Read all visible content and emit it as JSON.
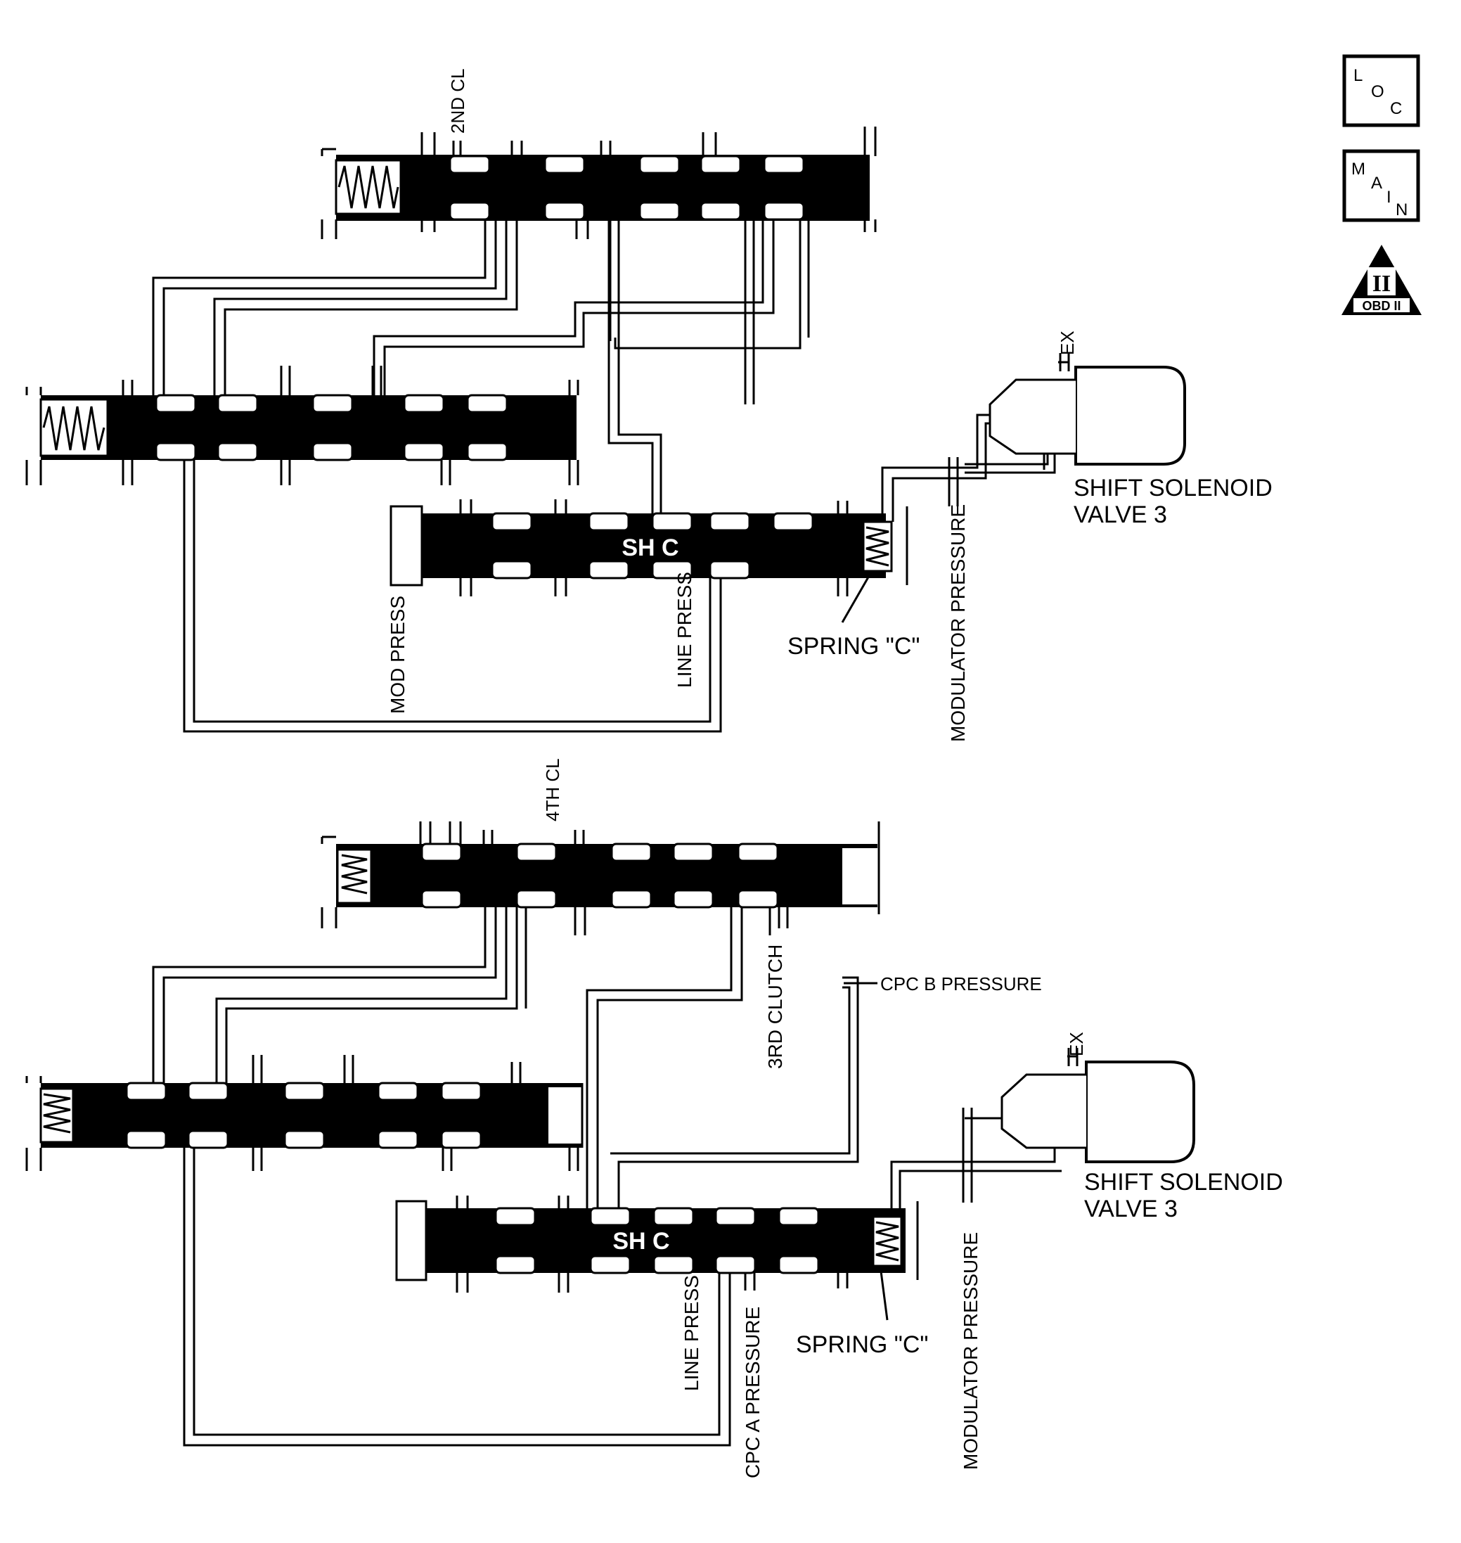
{
  "upper": {
    "label_2nd_cl": "2ND CL",
    "label_ex": "EX",
    "label_sh_c": "SH C",
    "label_mod_press": "MOD PRESS",
    "label_line_press": "LINE PRESS",
    "label_spring_c": "SPRING \"C\"",
    "label_modulator_pressure": "MODULATOR PRESSURE",
    "label_solenoid_line1": "SHIFT SOLENOID",
    "label_solenoid_line2": "VALVE 3"
  },
  "lower": {
    "label_4th_cl": "4TH CL",
    "label_3rd_clutch": "3RD CLUTCH",
    "label_cpc_b": "CPC B PRESSURE",
    "label_ex": "EX",
    "label_sh_c": "SH C",
    "label_line_press": "LINE PRESS",
    "label_cpc_a": "CPC A PRESSURE",
    "label_spring_c": "SPRING \"C\"",
    "label_modulator_pressure": "MODULATOR PRESSURE",
    "label_solenoid_line1": "SHIFT SOLENOID",
    "label_solenoid_line2": "VALVE 3"
  },
  "icons": {
    "loc": [
      "L",
      "O",
      "C"
    ],
    "main": [
      "M",
      "A",
      "I",
      "N"
    ],
    "obd_numeral": "II",
    "obd_label": "OBD II"
  }
}
